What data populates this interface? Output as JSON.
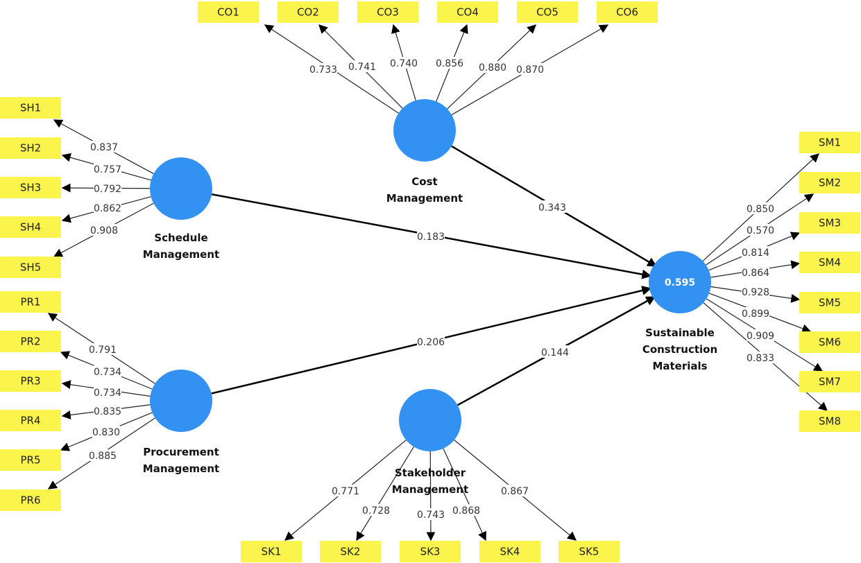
{
  "diagram": {
    "type": "PLS-SEM path model",
    "colors": {
      "construct": "#3391f2",
      "indicator": "#fbf44d",
      "line": "#000000"
    },
    "constructs": [
      {
        "id": "CM",
        "label_lines": [
          "Cost",
          "Management"
        ],
        "r2": null
      },
      {
        "id": "SCH",
        "label_lines": [
          "Schedule",
          "Management"
        ],
        "r2": null
      },
      {
        "id": "PRC",
        "label_lines": [
          "Procurement",
          "Management"
        ],
        "r2": null
      },
      {
        "id": "STK",
        "label_lines": [
          "Stakeholder",
          "Management"
        ],
        "r2": null
      },
      {
        "id": "SCM",
        "label_lines": [
          "Sustainable",
          "Construction",
          "Materials"
        ],
        "r2": "0.595"
      }
    ],
    "indicators": {
      "CM": [
        {
          "name": "CO1",
          "loading": "0.733"
        },
        {
          "name": "CO2",
          "loading": "0.741"
        },
        {
          "name": "CO3",
          "loading": "0.740"
        },
        {
          "name": "CO4",
          "loading": "0.856"
        },
        {
          "name": "CO5",
          "loading": "0.880"
        },
        {
          "name": "CO6",
          "loading": "0.870"
        }
      ],
      "SCH": [
        {
          "name": "SH1",
          "loading": "0.837"
        },
        {
          "name": "SH2",
          "loading": "0.757"
        },
        {
          "name": "SH3",
          "loading": "0.792"
        },
        {
          "name": "SH4",
          "loading": "0.862"
        },
        {
          "name": "SH5",
          "loading": "0.908"
        }
      ],
      "PRC": [
        {
          "name": "PR1",
          "loading": "0.791"
        },
        {
          "name": "PR2",
          "loading": "0.734"
        },
        {
          "name": "PR3",
          "loading": "0.734"
        },
        {
          "name": "PR4",
          "loading": "0.835"
        },
        {
          "name": "PR5",
          "loading": "0.830"
        },
        {
          "name": "PR6",
          "loading": "0.885"
        }
      ],
      "STK": [
        {
          "name": "SK1",
          "loading": "0.771"
        },
        {
          "name": "SK2",
          "loading": "0.728"
        },
        {
          "name": "SK3",
          "loading": "0.743"
        },
        {
          "name": "SK4",
          "loading": "0.868"
        },
        {
          "name": "SK5",
          "loading": "0.867"
        }
      ],
      "SCM": [
        {
          "name": "SM1",
          "loading": "0.850"
        },
        {
          "name": "SM2",
          "loading": "0.570"
        },
        {
          "name": "SM3",
          "loading": "0.814"
        },
        {
          "name": "SM4",
          "loading": "0.864"
        },
        {
          "name": "SM5",
          "loading": "0.928"
        },
        {
          "name": "SM6",
          "loading": "0.899"
        },
        {
          "name": "SM7",
          "loading": "0.909"
        },
        {
          "name": "SM8",
          "loading": "0.833"
        }
      ]
    },
    "paths": [
      {
        "from": "CM",
        "to": "SCM",
        "coef": "0.343"
      },
      {
        "from": "SCH",
        "to": "SCM",
        "coef": "0.183"
      },
      {
        "from": "PRC",
        "to": "SCM",
        "coef": "0.206"
      },
      {
        "from": "STK",
        "to": "SCM",
        "coef": "0.144"
      }
    ]
  }
}
